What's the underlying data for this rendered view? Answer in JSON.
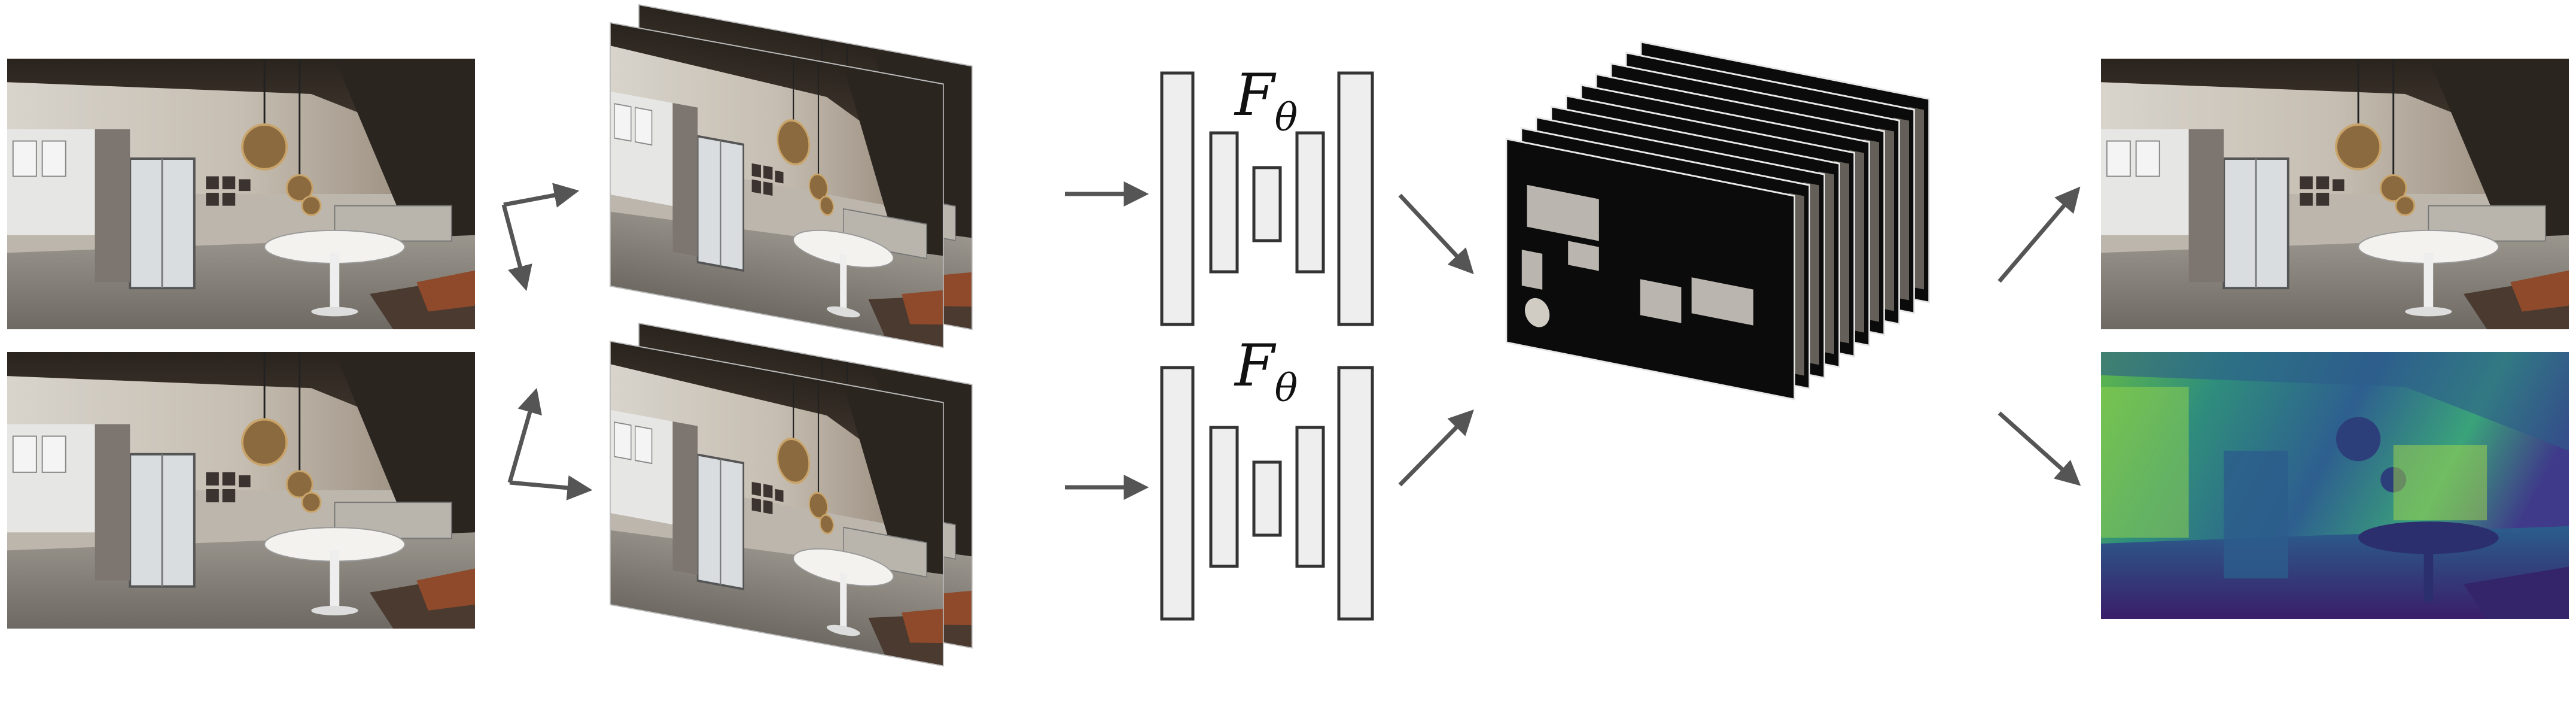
{
  "figure": {
    "network_label": {
      "symbol": "F",
      "subscript": "θ"
    },
    "stages": [
      {
        "name": "input-images",
        "count": 2
      },
      {
        "name": "warped-view-stacks",
        "count": 2
      },
      {
        "name": "encoder-decoder-networks",
        "count": 2
      },
      {
        "name": "layered-scene-planes",
        "count": 10
      },
      {
        "name": "outputs",
        "items": [
          "rendered-image",
          "depth-map"
        ]
      }
    ],
    "colors": {
      "arrow": "#555555",
      "network_block_fill": "#eeeeee",
      "network_block_stroke": "#333333",
      "depth_low": "#3b1f6e",
      "depth_mid": "#2a8f8c",
      "depth_high": "#b8e04a"
    }
  }
}
